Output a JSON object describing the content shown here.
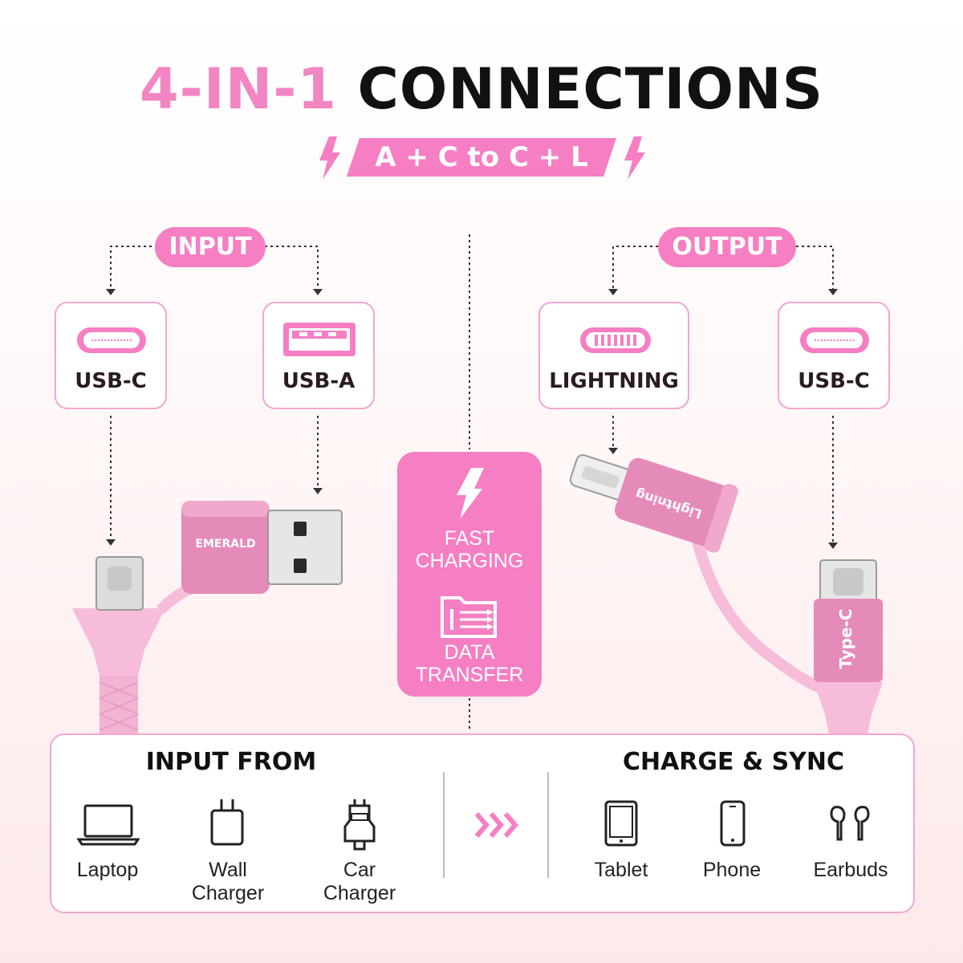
{
  "title": {
    "part1": "4-IN-1",
    "part2": "CONNECTIONS"
  },
  "subtitle": "A + C to C + L",
  "input": {
    "label": "INPUT",
    "ports": [
      {
        "label": "USB-C"
      },
      {
        "label": "USB-A"
      }
    ]
  },
  "output": {
    "label": "OUTPUT",
    "ports": [
      {
        "label": "LIGHTNING"
      },
      {
        "label": "USB-C"
      }
    ]
  },
  "cable": {
    "brand": "EMERALD",
    "lightning_tip": "Lightning",
    "typec_tip": "Type-C"
  },
  "features": {
    "line1a": "FAST",
    "line1b": "CHARGING",
    "line2a": "DATA",
    "line2b": "TRANSFER"
  },
  "input_from": {
    "title": "INPUT FROM",
    "laptop": "Laptop",
    "wall1": "Wall",
    "wall2": "Charger",
    "car1": "Car",
    "car2": "Charger"
  },
  "charge_sync": {
    "title": "CHARGE & SYNC",
    "tablet": "Tablet",
    "phone": "Phone",
    "earbuds": "Earbuds"
  },
  "colors": {
    "accent": "#f67ec3",
    "title_pink": "#f286c2",
    "border": "#f3a6cf"
  }
}
